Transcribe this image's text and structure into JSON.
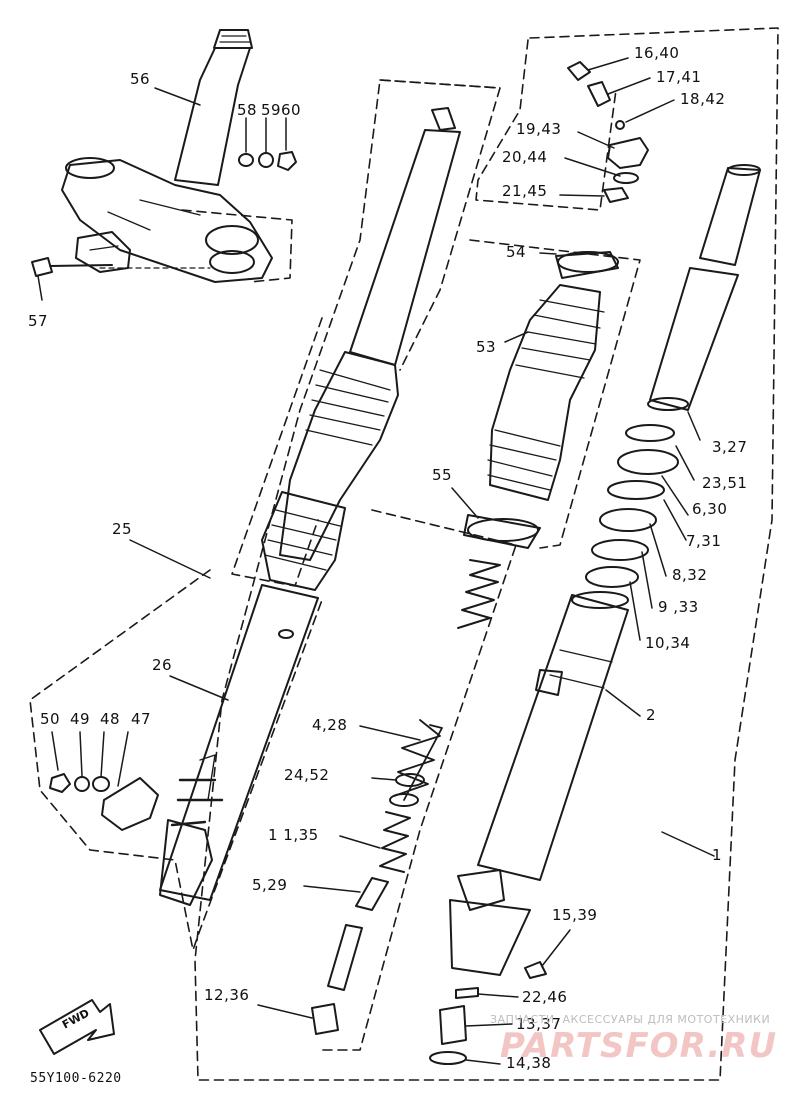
{
  "callouts": [
    {
      "id": "c56",
      "text": "56"
    },
    {
      "id": "c58",
      "text": "58"
    },
    {
      "id": "c59",
      "text": "59"
    },
    {
      "id": "c60",
      "text": "60"
    },
    {
      "id": "c57",
      "text": "57"
    },
    {
      "id": "c1640",
      "text": "16,40"
    },
    {
      "id": "c1741",
      "text": "17,41"
    },
    {
      "id": "c1842",
      "text": "18,42"
    },
    {
      "id": "c1943",
      "text": "19,43"
    },
    {
      "id": "c2044",
      "text": "20,44"
    },
    {
      "id": "c2145",
      "text": "21,45"
    },
    {
      "id": "c54",
      "text": "54"
    },
    {
      "id": "c53",
      "text": "53"
    },
    {
      "id": "c55",
      "text": "55"
    },
    {
      "id": "c327",
      "text": "3,27"
    },
    {
      "id": "c2351",
      "text": "23,51"
    },
    {
      "id": "c630",
      "text": "6,30"
    },
    {
      "id": "c731",
      "text": "7,31"
    },
    {
      "id": "c832",
      "text": "8,32"
    },
    {
      "id": "c933",
      "text": "9 ,33"
    },
    {
      "id": "c1034",
      "text": "10,34"
    },
    {
      "id": "c25",
      "text": "25"
    },
    {
      "id": "c26",
      "text": "26"
    },
    {
      "id": "c2",
      "text": "2"
    },
    {
      "id": "c50",
      "text": "50"
    },
    {
      "id": "c49",
      "text": "49"
    },
    {
      "id": "c48",
      "text": "48"
    },
    {
      "id": "c47",
      "text": "47"
    },
    {
      "id": "c428",
      "text": "4,28"
    },
    {
      "id": "c2452",
      "text": "24,52"
    },
    {
      "id": "c1135",
      "text": "1 1,35"
    },
    {
      "id": "c529",
      "text": "5,29"
    },
    {
      "id": "c1",
      "text": "1"
    },
    {
      "id": "c1539",
      "text": "15,39"
    },
    {
      "id": "c2246",
      "text": "22,46"
    },
    {
      "id": "c1236",
      "text": "12,36"
    },
    {
      "id": "c1337",
      "text": "13,37"
    },
    {
      "id": "c1438",
      "text": "14,38"
    }
  ],
  "fwd_label": "FWD",
  "diagram_code": "55Y100-6220",
  "watermark": {
    "caption": "ЗАПЧАСТИ, АКСЕССУАРЫ ДЛЯ МОТОТЕХНИКИ",
    "logo": "PARTSFOR.RU"
  },
  "colors": {
    "ink": "#1a1a1a",
    "paper": "#ffffff",
    "watermark_logo": "#f2c6c4",
    "watermark_text": "#bdbdbd"
  }
}
